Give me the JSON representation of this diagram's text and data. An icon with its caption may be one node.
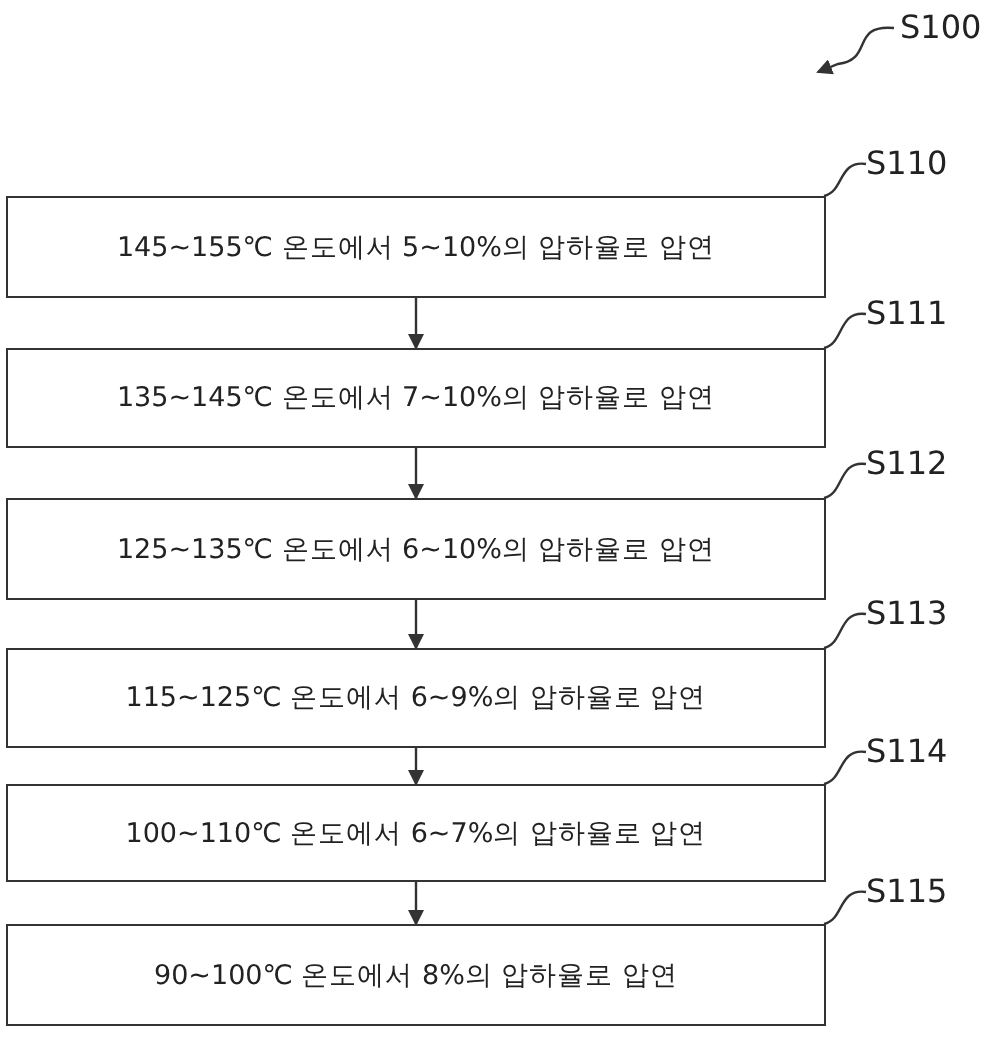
{
  "diagram": {
    "nodes": [
      {
        "text": [
          "145~155℃ 온도에서 5~10%의 압하율로 압연"
        ]
      },
      {
        "text": [
          "135~145℃ 온도에서 7~10%의 압하율로 압연"
        ]
      },
      {
        "text": [
          "125~135℃ 온도에서 6~10%의 압하율로 압연"
        ]
      },
      {
        "text": [
          "115~125℃ 온도에서 6~9%의 압하율로 압연"
        ]
      },
      {
        "text": [
          "100~110℃ 온도에서 6~7%의 압하율로 압연"
        ]
      },
      {
        "text": [
          "90~100℃ 온도에서 8%의 압하율로 압연"
        ]
      },
      {
        "text": [
          "S110"
        ]
      },
      {
        "text": [
          "S111"
        ]
      },
      {
        "text": [
          "S112"
        ]
      },
      {
        "text": [
          "S113"
        ]
      },
      {
        "text": [
          "S114"
        ]
      },
      {
        "text": [
          "S115"
        ]
      },
      {
        "text": [
          "S100"
        ]
      }
    ],
    "edges": [
      {
        "from": 0,
        "to": 1,
        "arrow": "to"
      },
      {
        "from": 1,
        "to": 2,
        "arrow": "to"
      },
      {
        "from": 2,
        "to": 3,
        "arrow": "to"
      },
      {
        "from": 3,
        "to": 4,
        "arrow": "to"
      },
      {
        "from": 4,
        "to": 5,
        "arrow": "to"
      },
      {
        "from": 6,
        "to": 0,
        "arrow": "none"
      },
      {
        "from": 7,
        "to": 1,
        "arrow": "none"
      },
      {
        "from": 8,
        "to": 2,
        "arrow": "none"
      },
      {
        "from": 9,
        "to": 3,
        "arrow": "none"
      },
      {
        "from": 10,
        "to": 4,
        "arrow": "none"
      },
      {
        "from": 11,
        "to": 5,
        "arrow": "none"
      },
      {
        "from": 12,
        "to": null,
        "arrow": "to"
      }
    ]
  }
}
